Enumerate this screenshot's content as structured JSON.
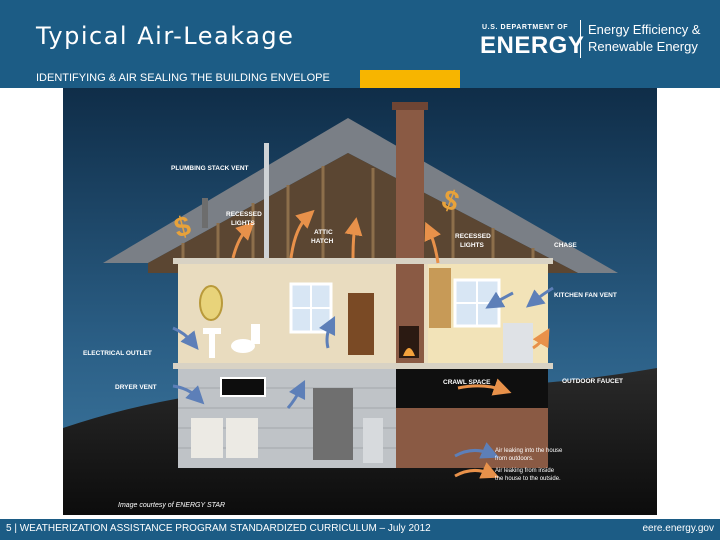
{
  "header": {
    "title": "Typical Air-Leakage",
    "logo": {
      "dept": "U.S. DEPARTMENT OF",
      "energy": "ENERGY",
      "line1": "Energy Efficiency &",
      "line2": "Renewable Energy"
    }
  },
  "subtitle": "IDENTIFYING & AIR SEALING THE BUILDING ENVELOPE",
  "figure": {
    "labels": {
      "plumbing_stack_vent": "PLUMBING STACK VENT",
      "recessed_lights_left_1": "RECESSED",
      "recessed_lights_left_2": "LIGHTS",
      "attic_hatch_1": "ATTIC",
      "attic_hatch_2": "HATCH",
      "recessed_lights_right_1": "RECESSED",
      "recessed_lights_right_2": "LIGHTS",
      "chase": "CHASE",
      "kitchen_fan_vent": "KITCHEN FAN VENT",
      "electrical_outlet": "ELECTRICAL OUTLET",
      "dryer_vent": "DRYER VENT",
      "crawl_space": "CRAWL SPACE",
      "outdoor_faucet": "OUTDOOR FAUCET"
    },
    "legend": {
      "in_1": "Air leaking into the house",
      "in_2": "from outdoors.",
      "out_1": "Air leaking from inside",
      "out_2": "the house to the outside."
    },
    "credit": "Image courtesy of ENERGY STAR",
    "symbols": {
      "dollar": "$"
    },
    "colors": {
      "sky": "#1e4a6e",
      "inflow_arrow": "#5d7fb8",
      "outflow_arrow": "#e8914a",
      "dollar": "#e8a23a"
    }
  },
  "footer": {
    "left": "5 | WEATHERIZATION ASSISTANCE PROGRAM STANDARDIZED CURRICULUM – July 2012",
    "right": "eere.energy.gov"
  }
}
